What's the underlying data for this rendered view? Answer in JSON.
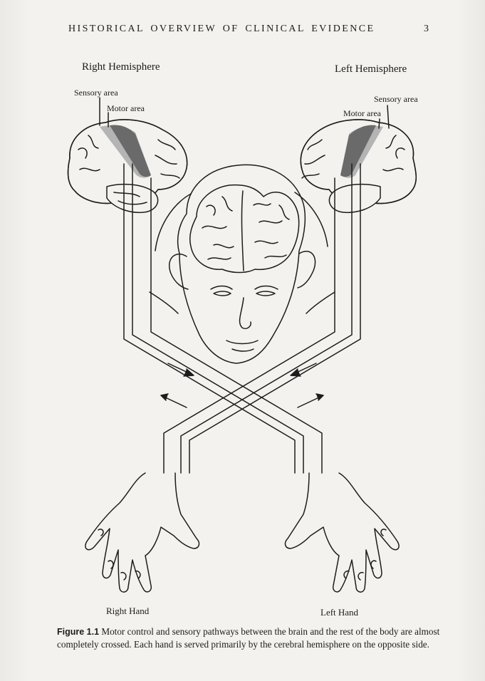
{
  "running_head": {
    "title": "HISTORICAL OVERVIEW OF CLINICAL EVIDENCE",
    "page_number": "3"
  },
  "figure": {
    "labels": {
      "right_hemisphere": "Right Hemisphere",
      "left_hemisphere": "Left Hemisphere",
      "right_sensory_area": "Sensory area",
      "right_motor_area": "Motor area",
      "left_sensory_area": "Sensory area",
      "left_motor_area": "Motor area",
      "right_hand": "Right Hand",
      "left_hand": "Left Hand"
    },
    "colors": {
      "motor_area": "#6a6a6a",
      "sensory_area": "#b4b4b4",
      "ink": "#1c1c1c"
    }
  },
  "caption": {
    "figure_label": "Figure 1.1",
    "text": "Motor control and sensory pathways between the brain and the rest of the body are almost completely crossed. Each hand is served primarily by the cerebral hemisphere on the opposite side."
  }
}
